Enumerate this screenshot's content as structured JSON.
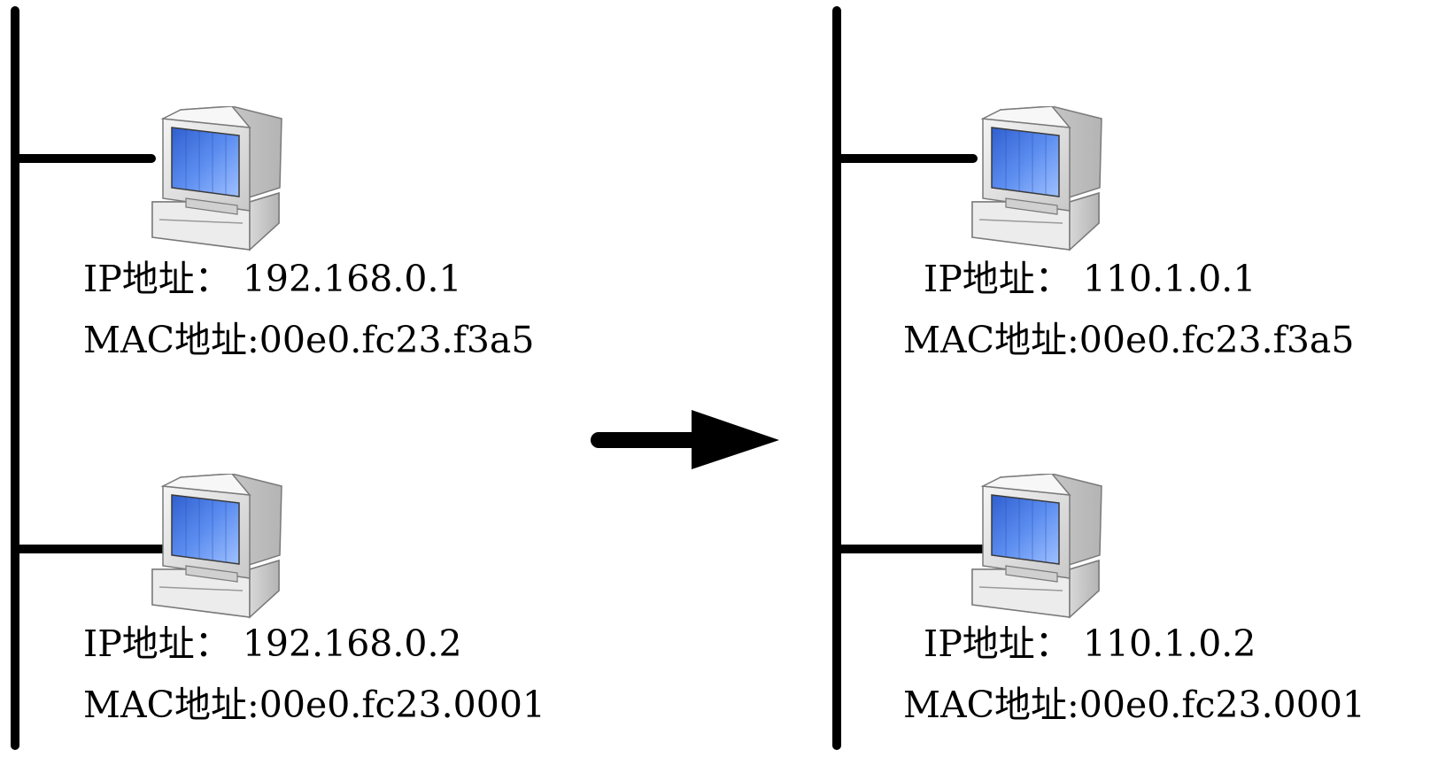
{
  "networks": [
    {
      "hosts": [
        {
          "ip_label": "IP地址： 192.168.0.1",
          "mac_label": "MAC地址:00e0.fc23.f3a5"
        },
        {
          "ip_label": "IP地址： 192.168.0.2",
          "mac_label": "MAC地址:00e0.fc23.0001"
        }
      ]
    },
    {
      "hosts": [
        {
          "ip_label": "IP地址： 110.1.0.1",
          "mac_label": "MAC地址:00e0.fc23.f3a5"
        },
        {
          "ip_label": "IP地址： 110.1.0.2",
          "mac_label": "MAC地址:00e0.fc23.0001"
        }
      ]
    }
  ],
  "icons": {
    "computer": "computer-icon",
    "transition_arrow": "right-arrow-icon"
  },
  "colors": {
    "line": "#000000",
    "screen": "#4f82e8",
    "casing": "#e0e0e0"
  }
}
